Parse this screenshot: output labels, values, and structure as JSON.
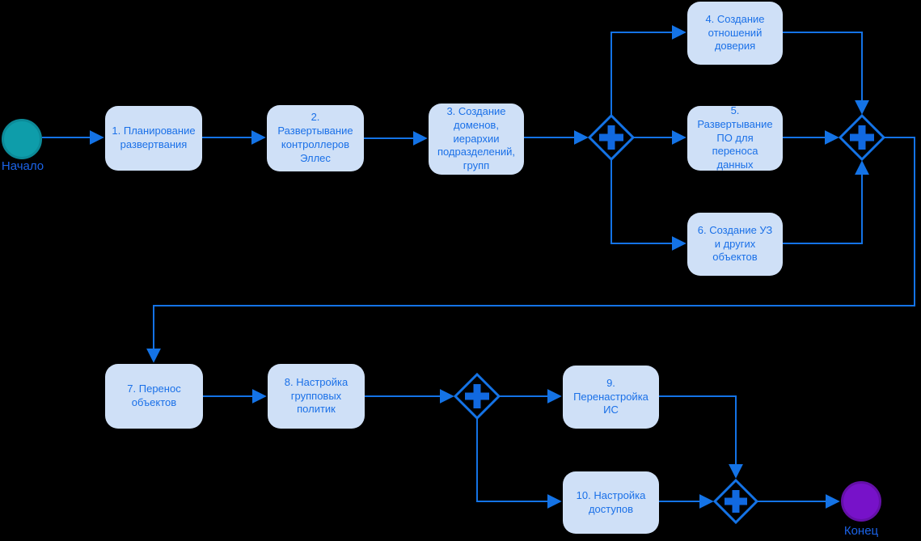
{
  "diagram": {
    "type": "bpmn-flowchart",
    "colors": {
      "background": "#000000",
      "connector": "#1473e6",
      "task_fill": "#cfe0f7",
      "task_text": "#1a70e8",
      "gateway_stroke": "#1473e6",
      "gateway_plus": "#1169e0",
      "start_event_fill": "#0e9daa",
      "start_event_border": "#0c8b99",
      "end_event_fill": "#7712c9",
      "end_event_border": "#6410a8",
      "event_label_text": "#1b63e8"
    },
    "start_event": {
      "id": "start",
      "label": "Начало"
    },
    "end_event": {
      "id": "end",
      "label": "Конец"
    },
    "tasks": [
      {
        "id": "task-1",
        "label": "1. Планирование развертвания"
      },
      {
        "id": "task-2",
        "label": "2. Развертывание контроллеров Эллес"
      },
      {
        "id": "task-3",
        "label": "3. Создание доменов, иерархии подразделений, групп"
      },
      {
        "id": "task-4",
        "label": "4. Создание отношений доверия"
      },
      {
        "id": "task-5",
        "label": "5. Развертывание ПО для переноса данных"
      },
      {
        "id": "task-6",
        "label": "6. Создание УЗ и других объектов"
      },
      {
        "id": "task-7",
        "label": "7. Перенос объектов"
      },
      {
        "id": "task-8",
        "label": "8. Настройка групповых политик"
      },
      {
        "id": "task-9",
        "label": "9. Перенастройка ИС"
      },
      {
        "id": "task-10",
        "label": "10. Настройка доступов"
      }
    ],
    "gateways": [
      {
        "id": "gateway-1",
        "type": "parallel-plus"
      },
      {
        "id": "gateway-2",
        "type": "parallel-plus"
      },
      {
        "id": "gateway-3",
        "type": "parallel-plus"
      },
      {
        "id": "gateway-4",
        "type": "parallel-plus"
      }
    ],
    "edges": [
      {
        "from": "start",
        "to": "task-1"
      },
      {
        "from": "task-1",
        "to": "task-2"
      },
      {
        "from": "task-2",
        "to": "task-3"
      },
      {
        "from": "task-3",
        "to": "gateway-1"
      },
      {
        "from": "gateway-1",
        "to": "task-4"
      },
      {
        "from": "gateway-1",
        "to": "task-5"
      },
      {
        "from": "gateway-1",
        "to": "task-6"
      },
      {
        "from": "task-4",
        "to": "gateway-2"
      },
      {
        "from": "task-5",
        "to": "gateway-2"
      },
      {
        "from": "task-6",
        "to": "gateway-2"
      },
      {
        "from": "gateway-2",
        "to": "task-7"
      },
      {
        "from": "task-7",
        "to": "task-8"
      },
      {
        "from": "task-8",
        "to": "gateway-3"
      },
      {
        "from": "gateway-3",
        "to": "task-9"
      },
      {
        "from": "gateway-3",
        "to": "task-10"
      },
      {
        "from": "task-9",
        "to": "gateway-4"
      },
      {
        "from": "task-10",
        "to": "gateway-4"
      },
      {
        "from": "gateway-4",
        "to": "end"
      }
    ]
  }
}
